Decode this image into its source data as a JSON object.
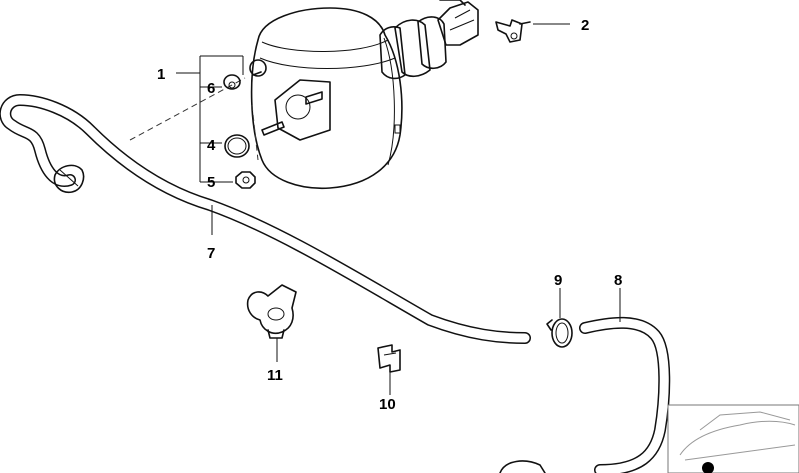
{
  "callouts": {
    "c1": "1",
    "c2": "2",
    "c4": "4",
    "c5": "5",
    "c6": "6",
    "c7": "7",
    "c8": "8",
    "c9": "9",
    "c10": "10",
    "c11": "11"
  }
}
